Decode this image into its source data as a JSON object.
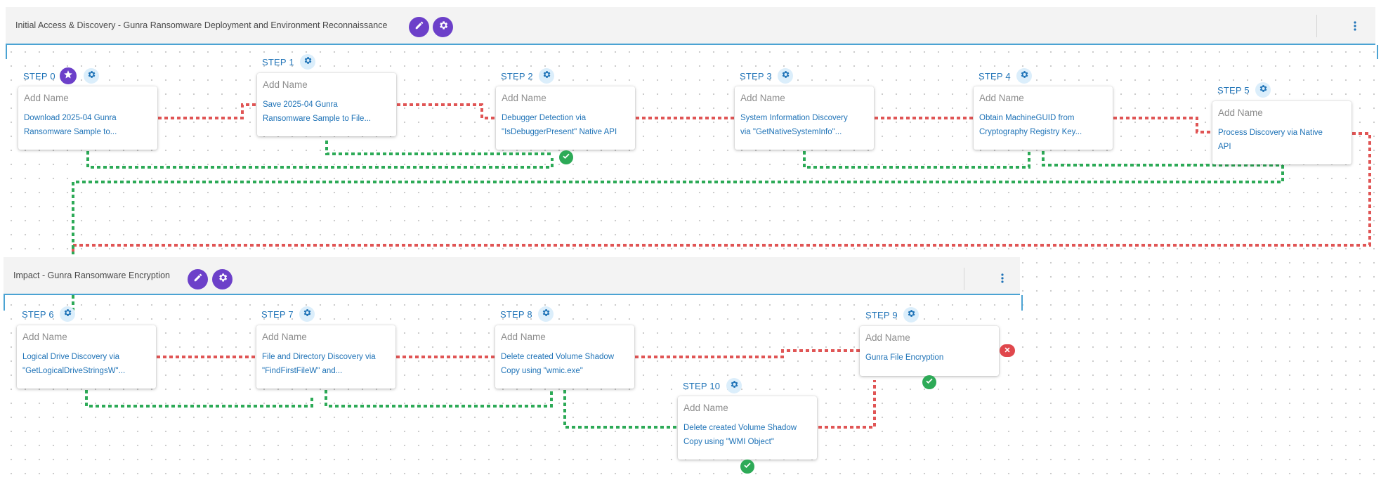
{
  "colors": {
    "accent_purple": "#6c40c9",
    "step_blue": "#1f73b7",
    "group_border_blue": "#4ba3d3",
    "success_green": "#2daa57",
    "failure_red": "#e0474c",
    "green_connector": "#2daa57",
    "red_connector": "#e05555"
  },
  "groups": [
    {
      "title": "Initial Access & Discovery - Gunra Ransomware Deployment and Environment Reconnaissance",
      "edit_icon": "pencil-icon",
      "settings_icon": "cog-settings-icon",
      "menu_icon": "kebab-menu-icon"
    },
    {
      "title": "Impact - Gunra Ransomware Encryption",
      "edit_icon": "pencil-icon",
      "settings_icon": "cog-settings-icon",
      "menu_icon": "kebab-menu-icon"
    }
  ],
  "steps": [
    {
      "label": "STEP 0",
      "name_placeholder": "Add Name",
      "desc_line1": "Download 2025-04 Gunra",
      "desc_line2": "Ransomware Sample to...",
      "start_icon": "star-icon",
      "status": ""
    },
    {
      "label": "STEP 1",
      "name_placeholder": "Add Name",
      "desc_line1": "Save 2025-04 Gunra",
      "desc_line2": "Ransomware Sample to File...",
      "status": ""
    },
    {
      "label": "STEP 2",
      "name_placeholder": "Add Name",
      "desc_line1": "Debugger Detection via",
      "desc_line2": "\"IsDebuggerPresent\" Native API",
      "status": "success"
    },
    {
      "label": "STEP 3",
      "name_placeholder": "Add Name",
      "desc_line1": "System Information Discovery",
      "desc_line2": "via \"GetNativeSystemInfo\"...",
      "status": ""
    },
    {
      "label": "STEP 4",
      "name_placeholder": "Add Name",
      "desc_line1": "Obtain MachineGUID from",
      "desc_line2": "Cryptography Registry Key...",
      "status": ""
    },
    {
      "label": "STEP 5",
      "name_placeholder": "Add Name",
      "desc_line1": "Process Discovery via Native",
      "desc_line2": "API",
      "status": ""
    },
    {
      "label": "STEP 6",
      "name_placeholder": "Add Name",
      "desc_line1": "Logical Drive Discovery via",
      "desc_line2": "\"GetLogicalDriveStringsW\"...",
      "status": ""
    },
    {
      "label": "STEP 7",
      "name_placeholder": "Add Name",
      "desc_line1": "File and Directory Discovery via",
      "desc_line2": "\"FindFirstFileW\" and...",
      "status": ""
    },
    {
      "label": "STEP 8",
      "name_placeholder": "Add Name",
      "desc_line1": "Delete created Volume Shadow",
      "desc_line2": "Copy using \"wmic.exe\"",
      "status": ""
    },
    {
      "label": "STEP 9",
      "name_placeholder": "Add Name",
      "desc_line1": "Gunra File Encryption",
      "desc_line2": "",
      "status": "success-and-failure"
    },
    {
      "label": "STEP 10",
      "name_placeholder": "Add Name",
      "desc_line1": "Delete created Volume Shadow",
      "desc_line2": "Copy using \"WMI Object\"",
      "status": "success"
    }
  ]
}
